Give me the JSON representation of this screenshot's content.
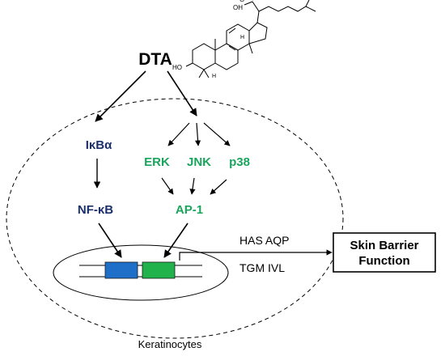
{
  "diagram": {
    "compound": {
      "label": "DTA",
      "molecule_labels": {
        "acid_o": "O",
        "acid_oh": "OH",
        "hydroxyl": "HO",
        "h1": "H",
        "h2": "H"
      }
    },
    "left_pathway": {
      "inhibitor": "IκBα",
      "factor": "NF-κB"
    },
    "right_pathway": {
      "kinases": [
        "ERK",
        "JNK",
        "p38"
      ],
      "factor": "AP-1"
    },
    "genes": {
      "line1": "HAS AQP",
      "line2": "TGM IVL"
    },
    "outcome": {
      "line1": "Skin Barrier",
      "line2": "Function"
    },
    "cell_label": "Keratinocytes",
    "colors": {
      "navy_text": "#1b2f6b",
      "green_text": "#1aa55c",
      "blue_gene": "#1f6ec8",
      "green_gene": "#22b24c",
      "line": "#000000"
    }
  }
}
